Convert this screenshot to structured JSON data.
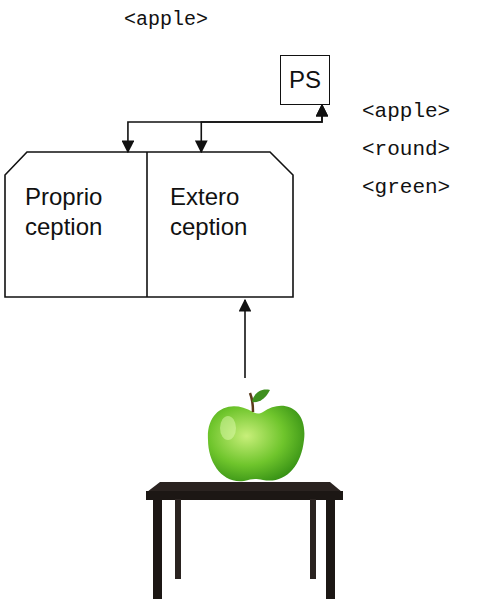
{
  "diagram": {
    "nodes": [
      {
        "text": [
          "PS"
        ]
      },
      {
        "text": [
          "Proprio ception"
        ]
      },
      {
        "text": [
          "Extero ception"
        ]
      }
    ],
    "edges": [
      {
        "from": 0,
        "to": 1,
        "arrow": "both"
      },
      {
        "from": 0,
        "to": 2,
        "arrow": "both"
      }
    ],
    "labels": [
      "<apple>",
      "<apple>",
      "<round>",
      "<green>"
    ]
  }
}
